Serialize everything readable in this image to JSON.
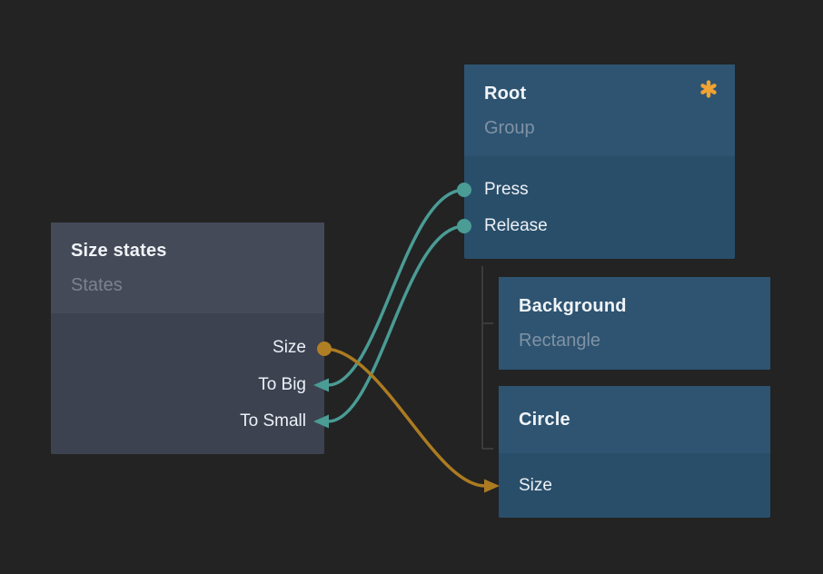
{
  "canvas": {
    "background": "#232323",
    "description": "node graph editor view"
  },
  "nodes": [
    {
      "id": "size-states",
      "title": "Size states",
      "subtitle": "States",
      "ports": [
        {
          "label": "Size",
          "side": "right",
          "connector": "dot",
          "color": "#B07E24"
        },
        {
          "label": "To Big",
          "side": "right",
          "connector": "arrow",
          "color": "#4A9C95"
        },
        {
          "label": "To Small",
          "side": "right",
          "connector": "arrow",
          "color": "#4A9C95"
        }
      ]
    },
    {
      "id": "root",
      "title": "Root",
      "subtitle": "Group",
      "badge": "asterisk",
      "ports": [
        {
          "label": "Press",
          "side": "left",
          "connector": "dot",
          "color": "#4A9C95"
        },
        {
          "label": "Release",
          "side": "left",
          "connector": "dot",
          "color": "#4A9C95"
        }
      ]
    },
    {
      "id": "background",
      "title": "Background",
      "subtitle": "Rectangle",
      "ports": []
    },
    {
      "id": "circle",
      "title": "Circle",
      "ports": [
        {
          "label": "Size",
          "side": "left",
          "connector": "arrow",
          "color": "#B07E24"
        }
      ]
    }
  ],
  "connections": [
    {
      "from": "Root.Press",
      "to": "Size states.To Big",
      "color": "#4A9C95"
    },
    {
      "from": "Root.Release",
      "to": "Size states.To Small",
      "color": "#4A9C95"
    },
    {
      "from": "Size states.Size",
      "to": "Circle.Size",
      "color": "#AC7B21"
    }
  ],
  "hierarchy": {
    "parent": "Root",
    "children": [
      "Background",
      "Circle"
    ],
    "line_color": "#3B3B3B"
  },
  "colors": {
    "blue_node_header": "#2E5471",
    "blue_node_body": "#294E6A",
    "gray_node_header": "#444A57",
    "gray_node_body": "#3C4250",
    "title_text": "#F1F4F8",
    "subtitle_gray": "#7C8291",
    "subtitle_blue": "#8092A5",
    "port_text": "#EDF1F6",
    "teal_connection": "#4A9C95",
    "orange_connection": "#AC7B21",
    "asterisk": "#F0A232"
  }
}
